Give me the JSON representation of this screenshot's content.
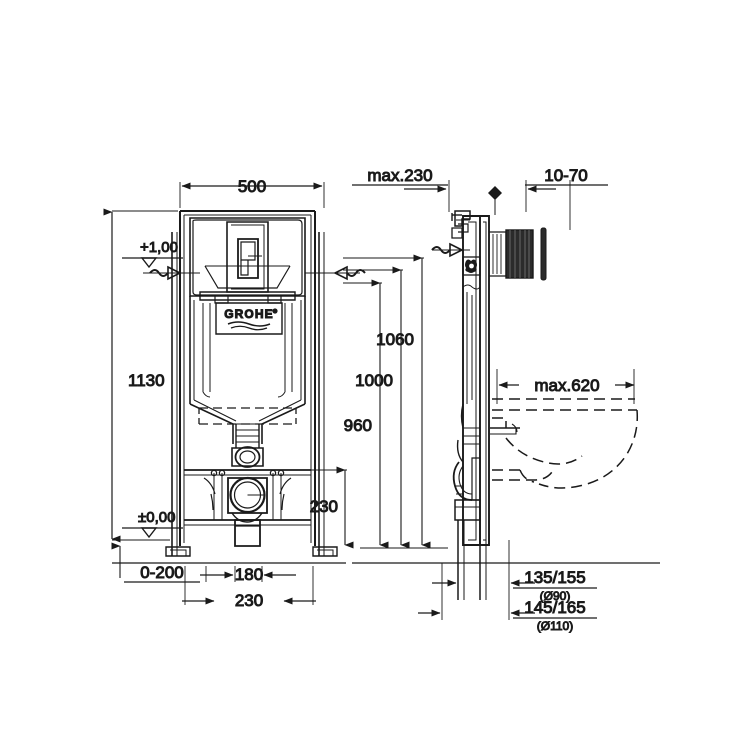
{
  "drawing": {
    "title": "GROHE Rapid SL WC installation frame dimension drawing",
    "brand_logo": "GROHE",
    "units": "mm",
    "line_color": "#1a1a1a",
    "background": "#ffffff"
  },
  "views": [
    {
      "id": "front-view",
      "name": "front elevation of installation frame"
    },
    {
      "id": "side-view",
      "name": "side section with wall-hung WC outline"
    }
  ],
  "dimensions": {
    "width_top": "500",
    "height_total": "1130",
    "level_top": "+1,00",
    "level_floor": "±0,00",
    "floor_offset": "0-200",
    "outlet_180": "180",
    "outlet_230": "230",
    "drain_height": "230",
    "h_960": "960",
    "h_1000": "1000",
    "h_1060": "1060",
    "max_230": "max.230",
    "range_10_70": "10-70",
    "max_620": "max.620",
    "wall_135_155": "135/155",
    "wall_135_155_sub": "(Ø90)",
    "wall_145_165": "145/165",
    "wall_145_165_sub": "(Ø110)"
  },
  "symbols": {
    "level_marker": "level-triangle",
    "break_marker": "wave-break-arrow",
    "center_marker": "center-diamond"
  }
}
